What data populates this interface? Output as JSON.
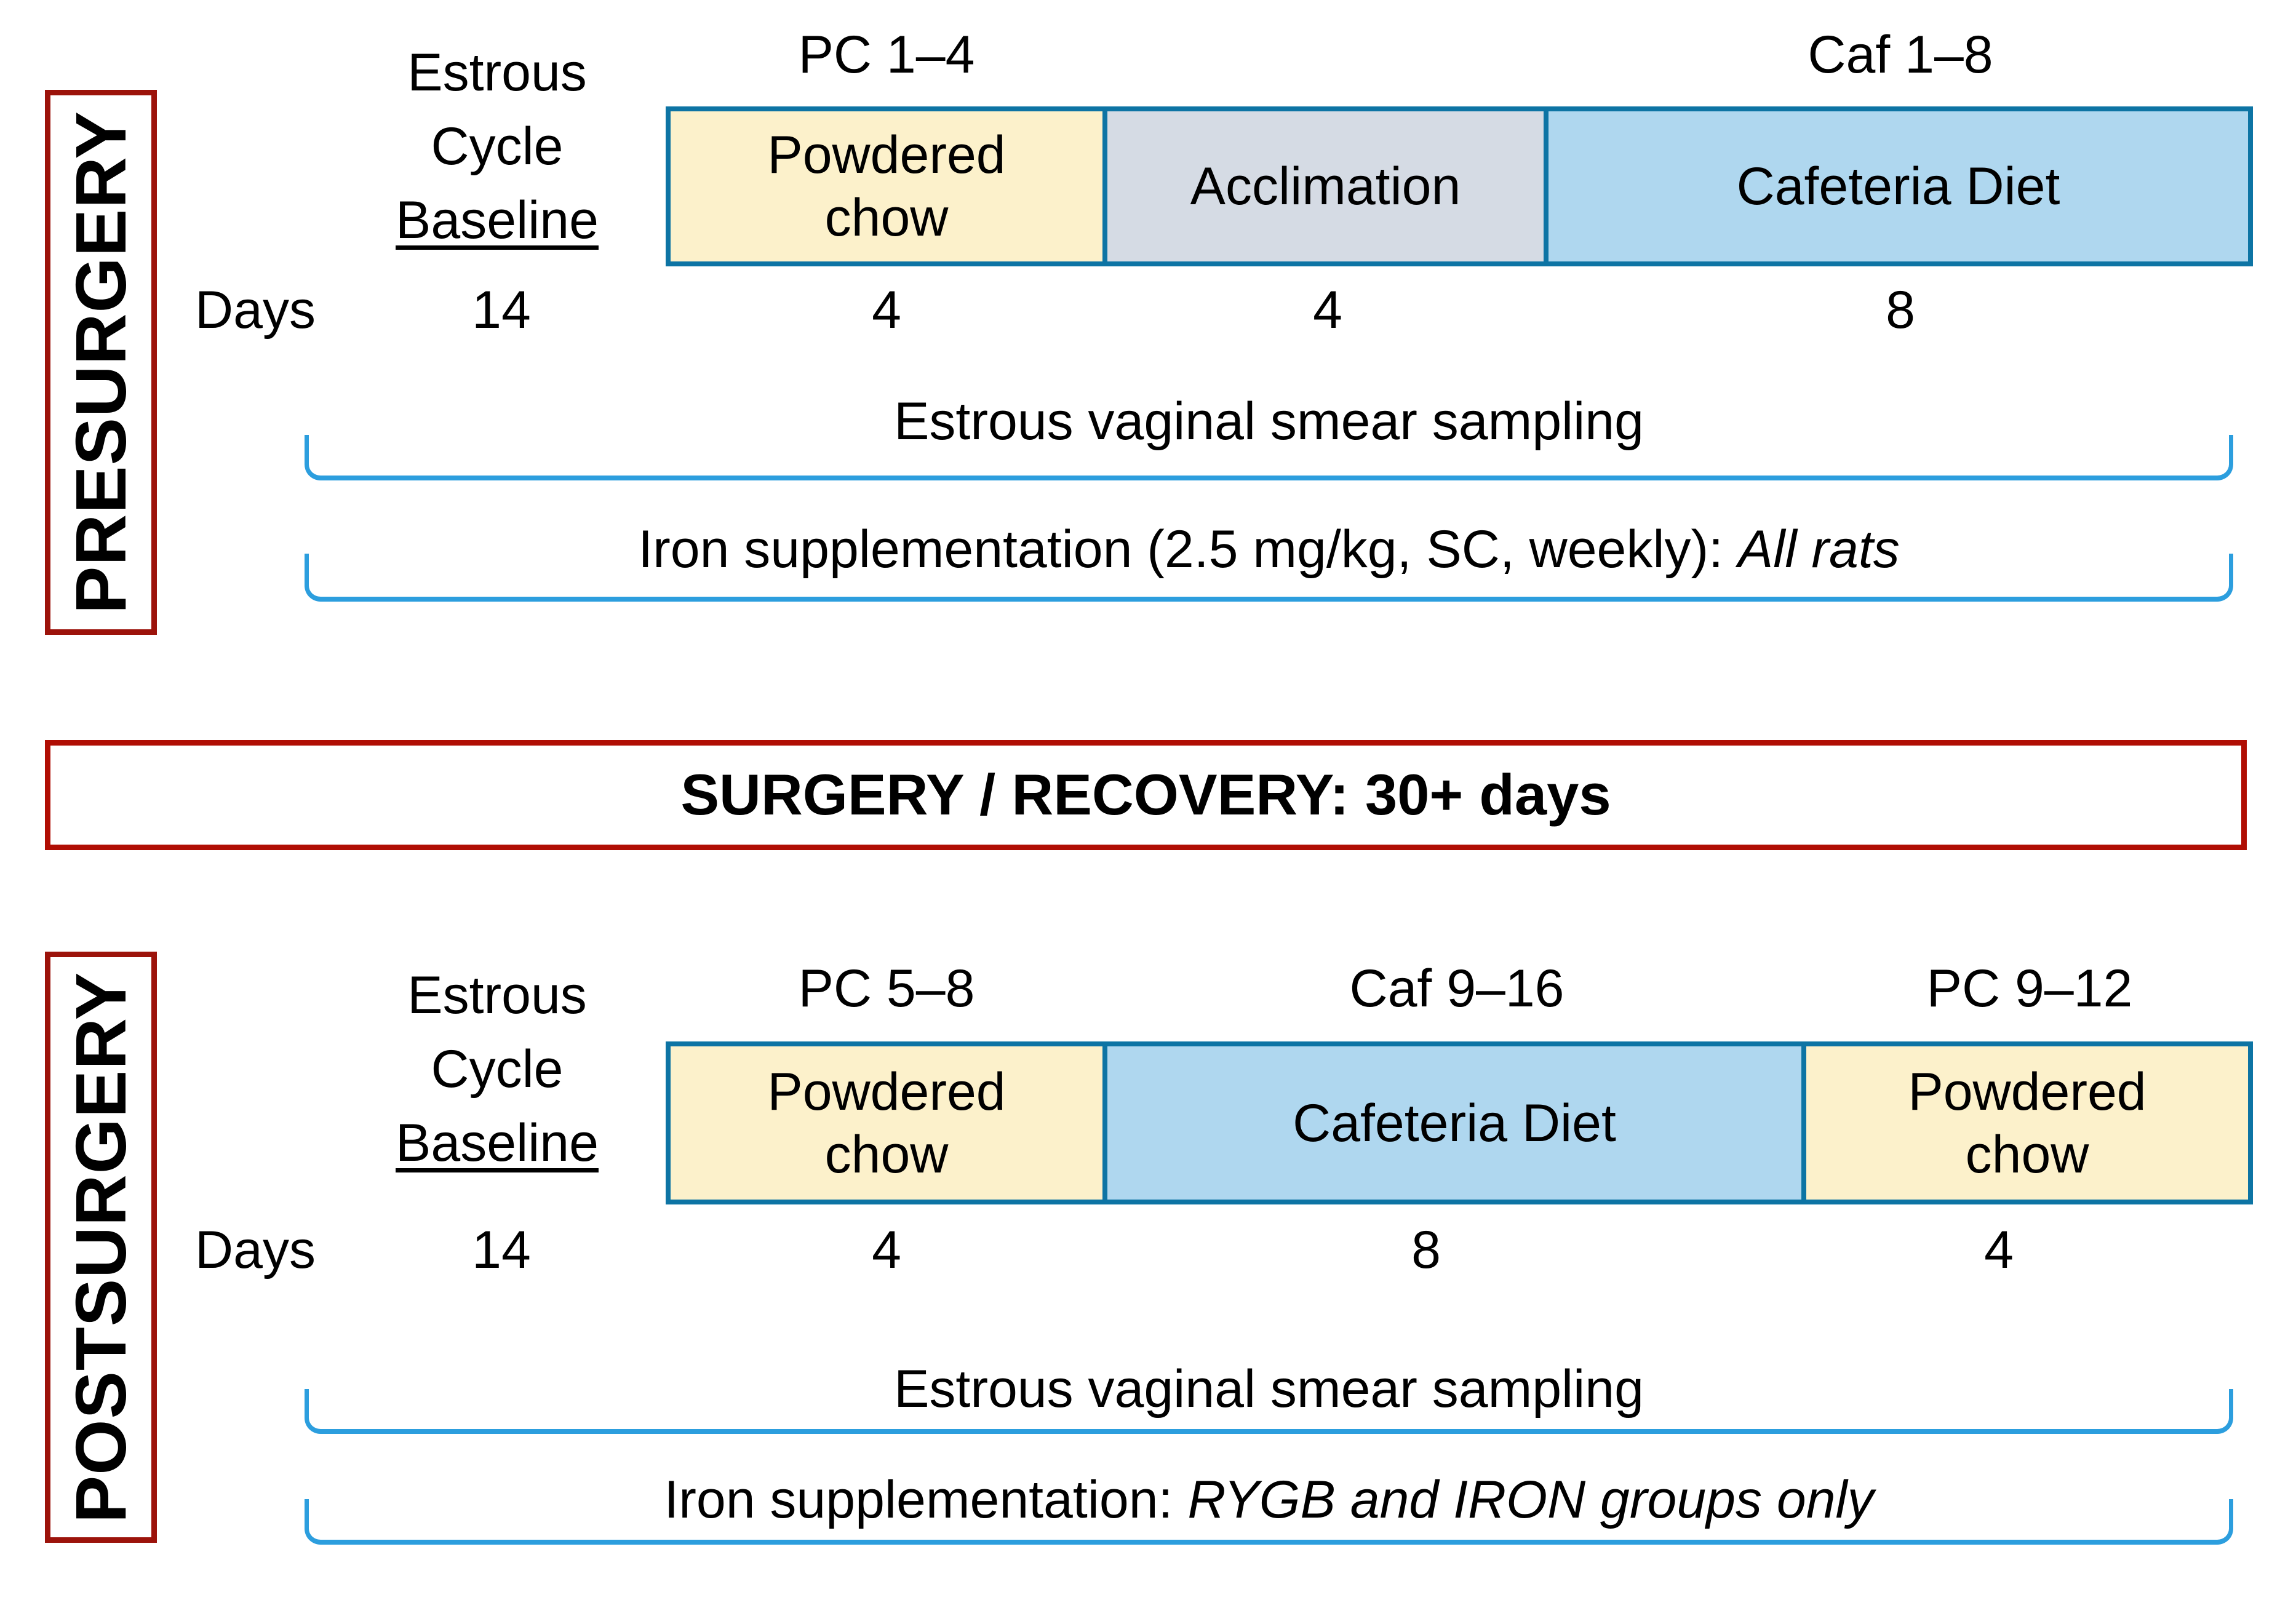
{
  "colors": {
    "timeline_box_border": "#0D74A4",
    "powdered_chow_fill": "#FCF1CB",
    "acclimation_fill": "#D5DBE4",
    "cafeteria_diet_fill": "#AFD7EF",
    "bracket_blue": "#2C9EDE",
    "section_label_border_red": "#9C130B",
    "banner_border_red": "#B00E04"
  },
  "presurgery": {
    "section_label": "PRESURGERY",
    "baseline": {
      "line1": "Estrous",
      "line2": "Cycle",
      "line3": "Baseline"
    },
    "days_label": "Days",
    "baseline_days": "14",
    "phase_labels": {
      "powdered_chow": "PC 1–4",
      "cafeteria": "Caf 1–8"
    },
    "phases": {
      "powdered_chow": {
        "name": "Powdered\nchow",
        "days": "4"
      },
      "acclimation": {
        "name": "Acclimation",
        "days": "4"
      },
      "cafeteria": {
        "name": "Cafeteria Diet",
        "days": "8"
      }
    },
    "smear_bracket_label": "Estrous vaginal smear sampling",
    "iron_bracket_label_normal": "Iron supplementation (2.5 mg/kg, SC, weekly): ",
    "iron_bracket_label_italic": "All rats"
  },
  "surgery_banner": {
    "label": "SURGERY / RECOVERY: 30+ days"
  },
  "postsurgery": {
    "section_label": "POSTSURGERY",
    "baseline": {
      "line1": "Estrous",
      "line2": "Cycle",
      "line3": "Baseline"
    },
    "days_label": "Days",
    "baseline_days": "14",
    "phase_labels": {
      "powdered_chow_1": "PC 5–8",
      "cafeteria": "Caf 9–16",
      "powdered_chow_2": "PC 9–12"
    },
    "phases": {
      "powdered_chow_1": {
        "name": "Powdered\nchow",
        "days": "4"
      },
      "cafeteria": {
        "name": "Cafeteria Diet",
        "days": "8"
      },
      "powdered_chow_2": {
        "name": "Powdered\nchow",
        "days": "4"
      }
    },
    "smear_bracket_label": "Estrous vaginal smear sampling",
    "iron_bracket_label_normal": "Iron supplementation: ",
    "iron_bracket_label_italic": "RYGB and IRON groups only"
  }
}
